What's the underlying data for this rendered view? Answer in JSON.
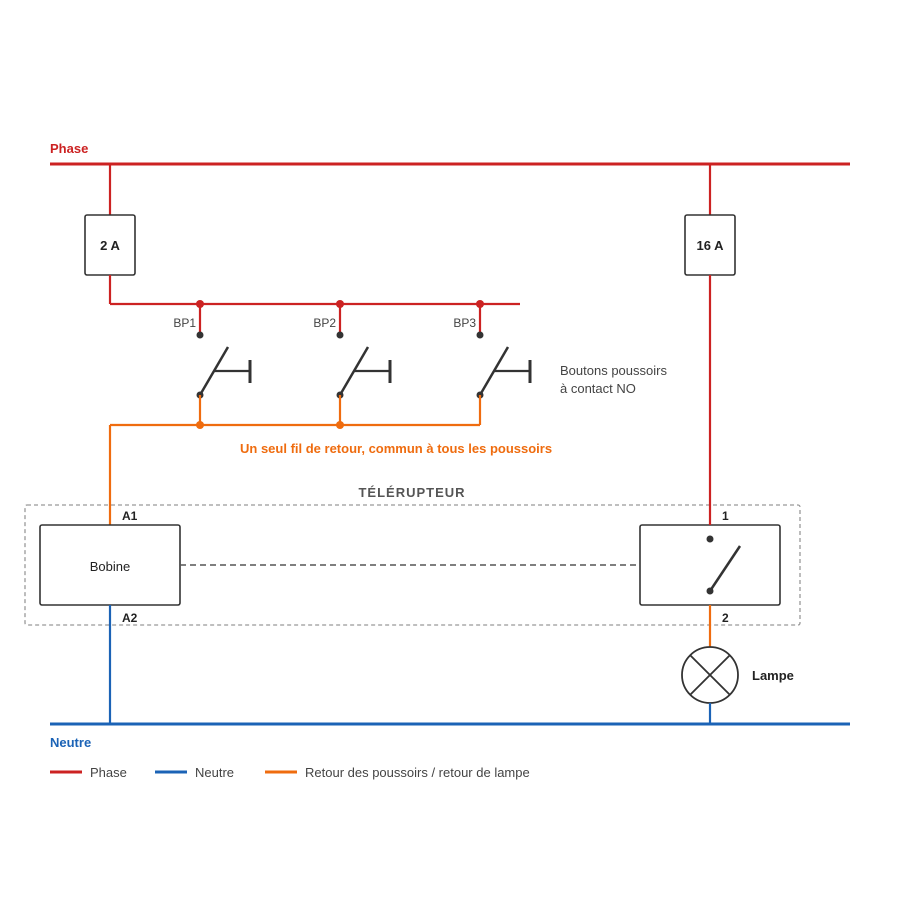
{
  "colors": {
    "phase": "#cc2222",
    "neutre": "#1b63b6",
    "retour": "#ef6c0f",
    "component": "#333333",
    "dashed_box": "#999999",
    "text_gray": "#444444"
  },
  "bus": {
    "phase_label": "Phase",
    "neutre_label": "Neutre"
  },
  "fuses": {
    "control": "2 A",
    "power": "16 A"
  },
  "pushbuttons": {
    "labels": [
      "BP1",
      "BP2",
      "BP3"
    ],
    "note_line1": "Boutons poussoirs",
    "note_line2": "à contact NO"
  },
  "return_wire_note": "Un seul fil de retour, commun à tous les poussoirs",
  "relay": {
    "title": "TÉLÉRUPTEUR",
    "coil_label": "Bobine",
    "terminal_a1": "A1",
    "terminal_a2": "A2",
    "contact_terminal_1": "1",
    "contact_terminal_2": "2"
  },
  "lamp": {
    "label": "Lampe"
  },
  "legend": [
    {
      "label": "Phase",
      "color": "#cc2222"
    },
    {
      "label": "Neutre",
      "color": "#1b63b6"
    },
    {
      "label": "Retour des poussoirs / retour de lampe",
      "color": "#ef6c0f"
    }
  ]
}
